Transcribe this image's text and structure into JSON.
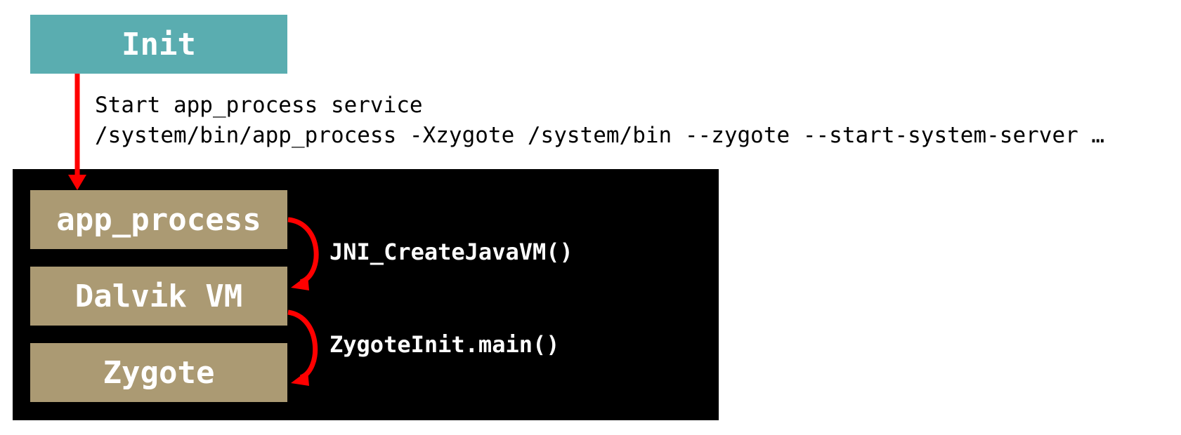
{
  "nodes": {
    "init": "Init",
    "app_process": "app_process",
    "dalvik_vm": "Dalvik VM",
    "zygote": "Zygote"
  },
  "notes": {
    "line1": "Start app_process service",
    "line2": "/system/bin/app_process -Xzygote /system/bin --zygote --start-system-server …"
  },
  "calls": {
    "create_vm": "JNI_CreateJavaVM()",
    "zygote_main": "ZygoteInit.main()"
  },
  "colors": {
    "init_box": "#5aadb0",
    "stack_box": "#ab9a73",
    "container": "#000000",
    "arrow": "#ff0000"
  }
}
